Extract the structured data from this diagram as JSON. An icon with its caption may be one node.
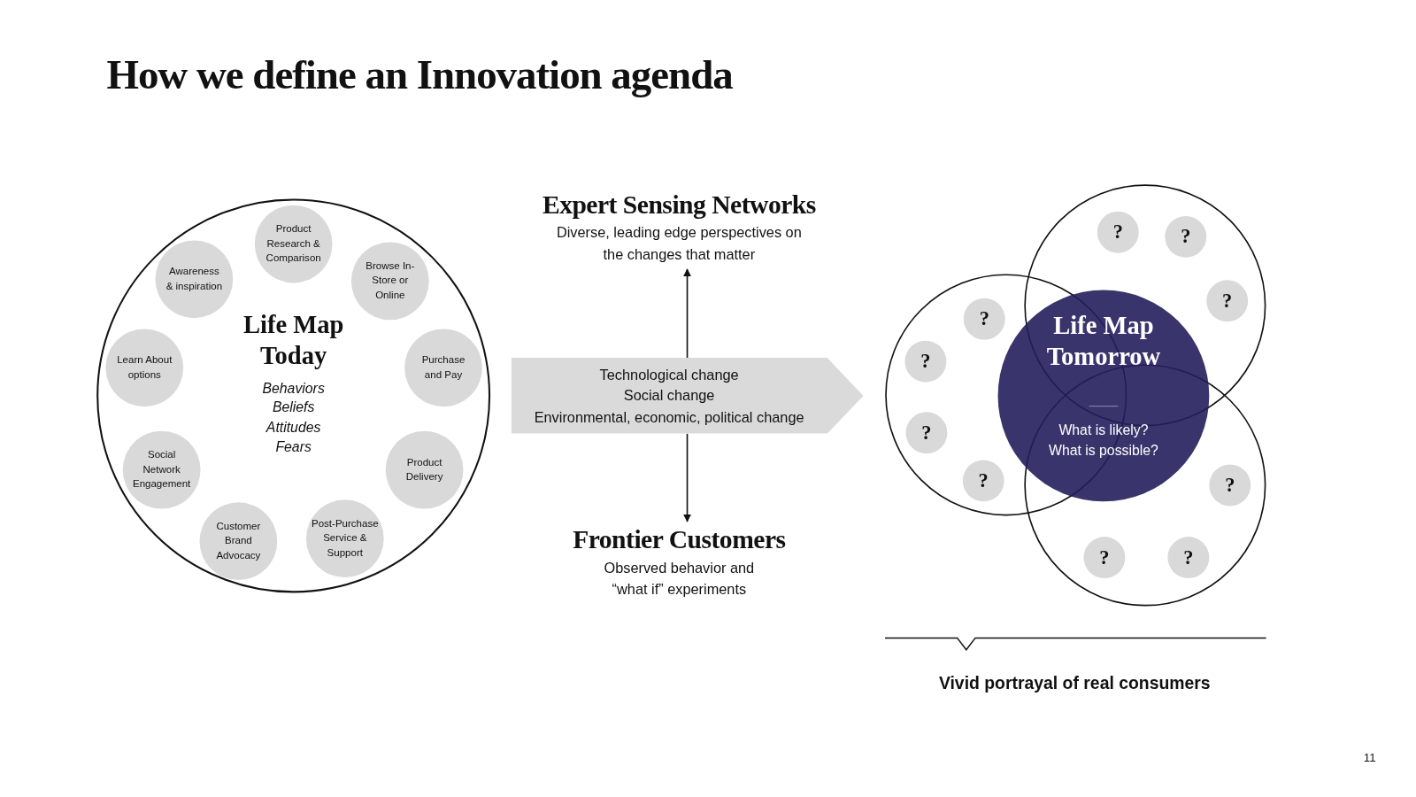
{
  "diagram": {
    "title": "How we define an Innovation agenda",
    "nodes": [
      {
        "text": [
          "Life Map Today",
          "Behaviors Beliefs Attitudes Fears"
        ]
      },
      {
        "text": [
          "Product Research & Comparison"
        ],
        "in": 0
      },
      {
        "text": [
          "Awareness & inspiration"
        ],
        "in": 0
      },
      {
        "text": [
          "Browse In-Store or Online"
        ],
        "in": 0
      },
      {
        "text": [
          "Learn About options"
        ],
        "in": 0
      },
      {
        "text": [
          "Purchase and Pay"
        ],
        "in": 0
      },
      {
        "text": [
          "Social Network Engagement"
        ],
        "in": 0
      },
      {
        "text": [
          "Product Delivery"
        ],
        "in": 0
      },
      {
        "text": [
          "Customer Brand Advocacy"
        ],
        "in": 0
      },
      {
        "text": [
          "Post-Purchase Service & Support"
        ],
        "in": 0
      },
      {
        "text": [
          "Expert Sensing Networks",
          "Diverse, leading edge perspectives on the changes that matter"
        ]
      },
      {
        "text": [
          "Technological change",
          "Social change",
          "Environmental, economic, political change"
        ]
      },
      {
        "text": [
          "Frontier Customers",
          "Observed behavior and “what if” experiments"
        ]
      },
      {
        "text": [],
        "shape": "circle"
      },
      {
        "text": [],
        "shape": "circle"
      },
      {
        "text": [],
        "shape": "circle"
      },
      {
        "text": [
          "Life Map Tomorrow",
          "What is likely? What is possible?"
        ]
      },
      {
        "text": [
          "?"
        ],
        "in": 13
      },
      {
        "text": [
          "?"
        ],
        "in": 13
      },
      {
        "text": [
          "?"
        ],
        "in": 13
      },
      {
        "text": [
          "?"
        ],
        "in": 14
      },
      {
        "text": [
          "?"
        ],
        "in": 14
      },
      {
        "text": [
          "?"
        ],
        "in": 14
      },
      {
        "text": [
          "?"
        ],
        "in": 14
      },
      {
        "text": [
          "?"
        ],
        "in": 15
      },
      {
        "text": [
          "?"
        ],
        "in": 15
      },
      {
        "text": [
          "?"
        ],
        "in": 15
      }
    ],
    "edges": [
      {
        "from": 11,
        "to": 10,
        "arrow": "to"
      },
      {
        "from": 11,
        "to": 12,
        "arrow": "to"
      }
    ],
    "labels": [
      "Vivid portrayal of real consumers",
      "11"
    ]
  }
}
